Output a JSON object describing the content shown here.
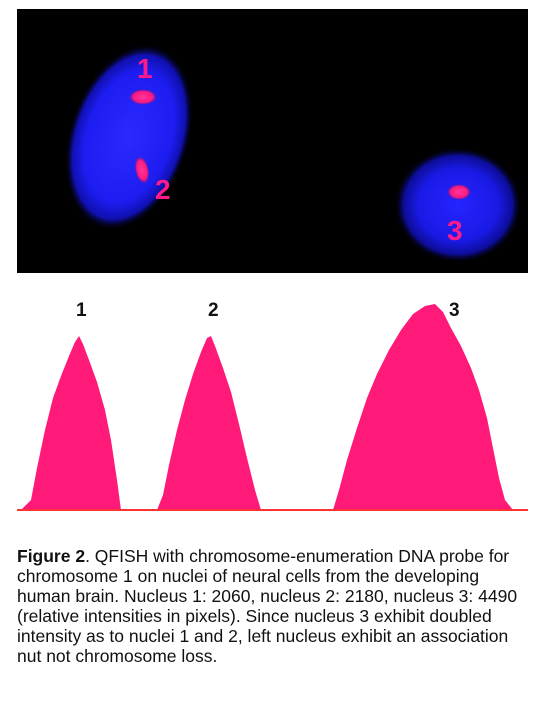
{
  "micrograph": {
    "nucleus_labels": [
      "1",
      "2",
      "3"
    ],
    "nucleus_color": "#1a1aff",
    "signal_color": "#ff1a8c",
    "background_color": "#000000"
  },
  "profiles": {
    "peak_labels": [
      "1",
      "2",
      "3"
    ],
    "fill_color": "#ff1a7a",
    "baseline_color": "#ff3333"
  },
  "chart_data": {
    "type": "area",
    "title": "",
    "xlabel": "",
    "ylabel": "",
    "series": [
      {
        "name": "1",
        "intensity_pixels": 2060
      },
      {
        "name": "2",
        "intensity_pixels": 2180
      },
      {
        "name": "3",
        "intensity_pixels": 4490
      }
    ]
  },
  "caption": {
    "label": "Figure 2",
    "text": ". QFISH with chromosome-enumeration DNA probe for chromosome 1 on  nuclei of neural cells from the developing human brain. Nucleus 1: 2060, nucleus 2: 2180, nucleus 3: 4490 (relative intensities in pixels). Since nucleus 3 exhibit doubled intensity as to nuclei 1 and 2, left nucleus exhibit an association nut not chromosome loss."
  }
}
